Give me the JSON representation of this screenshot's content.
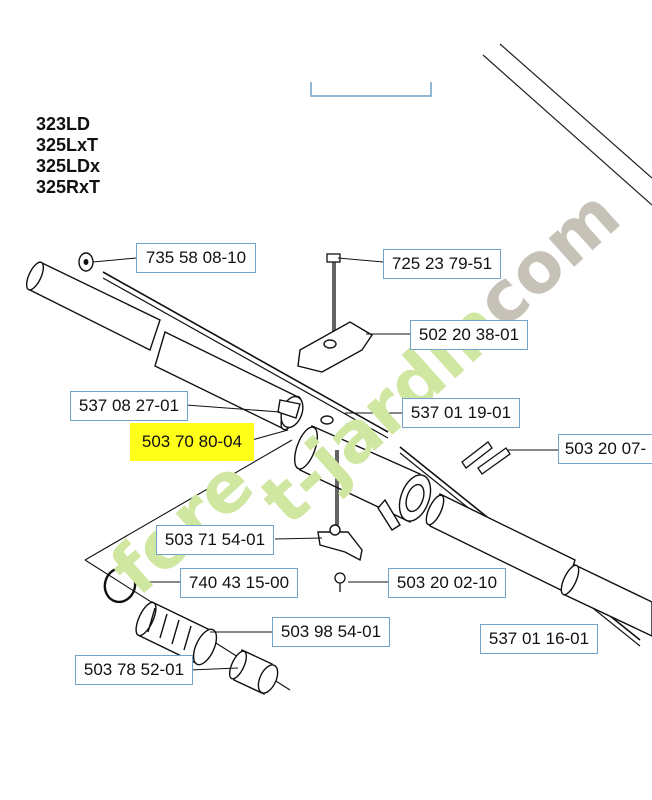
{
  "models": [
    "323LD",
    "325LxT",
    "325LDx",
    "325RxT"
  ],
  "part_numbers": [
    "735 58 08-10",
    "725 23 79-51",
    "502 20 38-01",
    "537 08 27-01",
    "537 01 19-01",
    "503 70 80-04",
    "503 20 07-",
    "503 71 54-01",
    "740 43 15-00",
    "503 20 02-10",
    "503 98 54-01",
    "537 01 16-01",
    "503 78 52-01"
  ],
  "highlight_part": "503 70 80-04",
  "watermark": {
    "part1": "fore",
    "part2": "t-jardin",
    "part3": ".com",
    "color_green": "#cfe7a0",
    "color_grey": "#c7c2b8",
    "color_dot": "#f2c6a6"
  },
  "colors": {
    "label_border": "#6fa3c8",
    "highlight": "#ffff1a"
  }
}
